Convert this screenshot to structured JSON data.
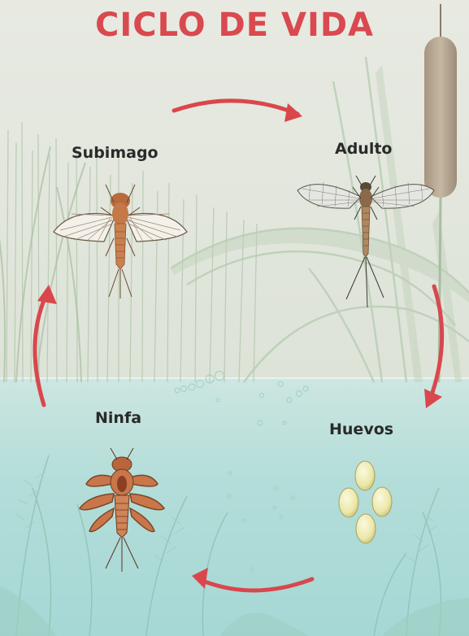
{
  "title": "CICLO DE VIDA",
  "stages": {
    "subimago": "Subimago",
    "adulto": "Adulto",
    "ninfa": "Ninfa",
    "huevos": "Huevos"
  },
  "colors": {
    "title": "#d9494f",
    "arrow": "#d9474d",
    "sky": "#e4e7de",
    "water": "#b6dfdb",
    "reed": "#a9c4a2",
    "cattail": "#b9a994",
    "egg": "#f1eeb6",
    "insect_brown": "#c8764a"
  },
  "icons": {
    "arrows": [
      "arrow-right-icon",
      "arrow-down-icon",
      "arrow-left-icon",
      "arrow-up-icon"
    ],
    "insects": [
      "subimago-icon",
      "adult-mayfly-icon",
      "nymph-icon",
      "eggs-icon"
    ]
  }
}
